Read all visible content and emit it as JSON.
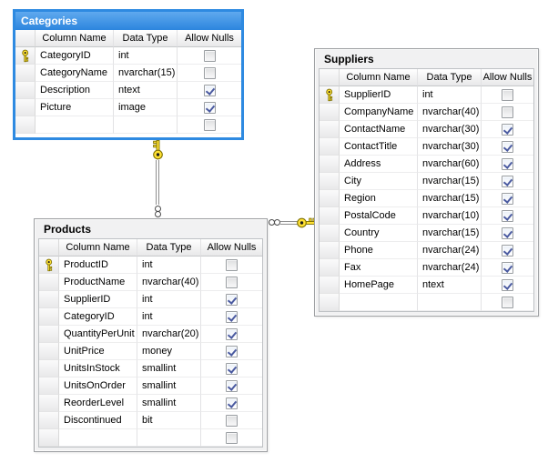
{
  "diagram": {
    "headers": {
      "name": "Column Name",
      "type": "Data Type",
      "nulls": "Allow Nulls"
    },
    "tables": [
      {
        "title": "Categories",
        "selected": true,
        "rows": [
          {
            "key": true,
            "name": "CategoryID",
            "type": "int",
            "null": false
          },
          {
            "key": false,
            "name": "CategoryName",
            "type": "nvarchar(15)",
            "null": false
          },
          {
            "key": false,
            "name": "Description",
            "type": "ntext",
            "null": true
          },
          {
            "key": false,
            "name": "Picture",
            "type": "image",
            "null": true
          },
          {
            "key": false,
            "name": "",
            "type": "",
            "null": false
          }
        ]
      },
      {
        "title": "Products",
        "selected": false,
        "rows": [
          {
            "key": true,
            "name": "ProductID",
            "type": "int",
            "null": false
          },
          {
            "key": false,
            "name": "ProductName",
            "type": "nvarchar(40)",
            "null": false
          },
          {
            "key": false,
            "name": "SupplierID",
            "type": "int",
            "null": true
          },
          {
            "key": false,
            "name": "CategoryID",
            "type": "int",
            "null": true
          },
          {
            "key": false,
            "name": "QuantityPerUnit",
            "type": "nvarchar(20)",
            "null": true
          },
          {
            "key": false,
            "name": "UnitPrice",
            "type": "money",
            "null": true
          },
          {
            "key": false,
            "name": "UnitsInStock",
            "type": "smallint",
            "null": true
          },
          {
            "key": false,
            "name": "UnitsOnOrder",
            "type": "smallint",
            "null": true
          },
          {
            "key": false,
            "name": "ReorderLevel",
            "type": "smallint",
            "null": true
          },
          {
            "key": false,
            "name": "Discontinued",
            "type": "bit",
            "null": false
          },
          {
            "key": false,
            "name": "",
            "type": "",
            "null": false
          }
        ]
      },
      {
        "title": "Suppliers",
        "selected": false,
        "rows": [
          {
            "key": true,
            "name": "SupplierID",
            "type": "int",
            "null": false
          },
          {
            "key": false,
            "name": "CompanyName",
            "type": "nvarchar(40)",
            "null": false
          },
          {
            "key": false,
            "name": "ContactName",
            "type": "nvarchar(30)",
            "null": true
          },
          {
            "key": false,
            "name": "ContactTitle",
            "type": "nvarchar(30)",
            "null": true
          },
          {
            "key": false,
            "name": "Address",
            "type": "nvarchar(60)",
            "null": true
          },
          {
            "key": false,
            "name": "City",
            "type": "nvarchar(15)",
            "null": true
          },
          {
            "key": false,
            "name": "Region",
            "type": "nvarchar(15)",
            "null": true
          },
          {
            "key": false,
            "name": "PostalCode",
            "type": "nvarchar(10)",
            "null": true
          },
          {
            "key": false,
            "name": "Country",
            "type": "nvarchar(15)",
            "null": true
          },
          {
            "key": false,
            "name": "Phone",
            "type": "nvarchar(24)",
            "null": true
          },
          {
            "key": false,
            "name": "Fax",
            "type": "nvarchar(24)",
            "null": true
          },
          {
            "key": false,
            "name": "HomePage",
            "type": "ntext",
            "null": true
          },
          {
            "key": false,
            "name": "",
            "type": "",
            "null": false
          }
        ]
      }
    ],
    "relationships": [
      {
        "one_side": "Categories",
        "many_side": "Products"
      },
      {
        "one_side": "Suppliers",
        "many_side": "Products"
      }
    ],
    "icons": {
      "primary_key": "key-icon",
      "many_end": "infinity-icon"
    },
    "colors": {
      "selected_border": "#2E8AE1",
      "selected_title_text": "#FFFFFF",
      "window_face": "#F1F1F2",
      "key_icon_yellow": "#FFE133",
      "checkmark_blue": "#4A5AA0",
      "connector_line": "#8F8F8F"
    }
  }
}
